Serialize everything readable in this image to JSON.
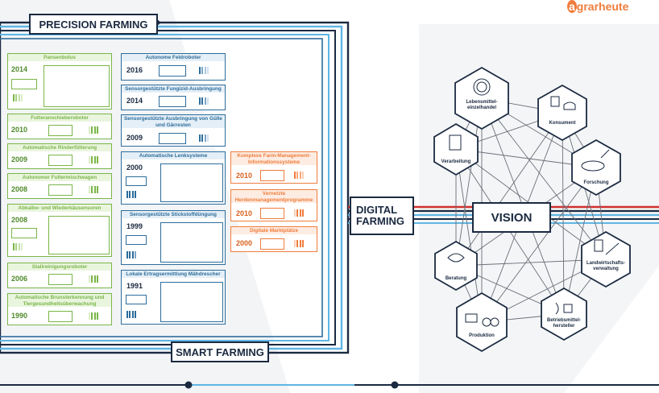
{
  "logo": {
    "prefix": "a",
    "rest": "grarheute"
  },
  "precision_farming": "PRECISION FARMING",
  "smart_farming": "SMART FARMING",
  "digital_farming": [
    "DIGITAL",
    "FARMING"
  ],
  "vision": "VISION",
  "green_cards": [
    {
      "title": "Pansenbolus",
      "year": "2014"
    },
    {
      "title": "Futteranschieberoboter",
      "year": "2010"
    },
    {
      "title": "Automatische Rinderfütterung",
      "year": "2009"
    },
    {
      "title": "Autonomer Futtermischwagen",
      "year": "2008"
    },
    {
      "title": "Abkalbe- und Wiederkäusensoren",
      "year": "2008"
    },
    {
      "title": "Stallreinigungsroboter",
      "year": "2006"
    },
    {
      "title": "Automatische Brunsterkennung und Tiergesundheitsüberwachung",
      "year": "1990"
    }
  ],
  "blue_cards": [
    {
      "title": "Autonome Feldroboter",
      "year": "2016"
    },
    {
      "title": "Sensorgestützte Fungizid-Ausbringung",
      "year": "2014"
    },
    {
      "title": "Sensorgestützte Ausbringung von Gülle und Gärresten",
      "year": "2009"
    },
    {
      "title": "Automatische Lenksysteme",
      "year": "2000"
    },
    {
      "title": "Sensorgestützte Stickstoffdüngung",
      "year": "1999"
    },
    {
      "title": "Lokale Ertragsermittlung Mähdrescher",
      "year": "1991"
    }
  ],
  "orange_cards": [
    {
      "title": "Komplexe Farm-Management-Informationssysteme",
      "year": "2010"
    },
    {
      "title": "Vernetzte Herdenmanagementprogramme",
      "year": "2010"
    },
    {
      "title": "Digitale Marktplätze",
      "year": "2000"
    }
  ],
  "nodes": [
    {
      "label": "Lebensmittel-\neinzelhandel"
    },
    {
      "label": "Konsument"
    },
    {
      "label": "Verarbeitung"
    },
    {
      "label": "Forschung"
    },
    {
      "label": "Beratung"
    },
    {
      "label": "Landwirtschafts-\nverwaltung"
    },
    {
      "label": "Produktion"
    },
    {
      "label": "Betriebsmittel-\nhersteller"
    }
  ],
  "colors": {
    "navy": "#1b2a41",
    "green": "#7ab648",
    "blue": "#2d6d9c",
    "orange": "#ef7d3c",
    "light_blue": "#5fb6e4",
    "red": "#d0312d"
  }
}
